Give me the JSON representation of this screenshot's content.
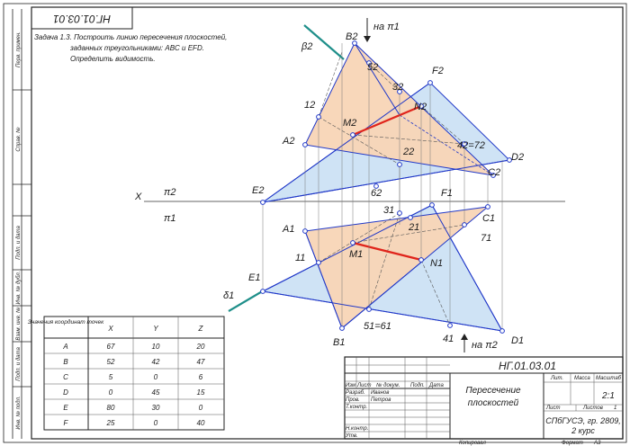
{
  "doc_code": "НГ.01.03.01",
  "task": {
    "line1": "Задача 1.3. Построить линию пересечения плоскостей,",
    "line2": "заданных треугольниками: ABC и EFD.",
    "line3": "Определить видимость."
  },
  "side_labels": [
    "Перв. примен.",
    "Справ. №",
    "Подп. и дата",
    "Инв. № дубл.",
    "Взам. инв. №",
    "Подп. и дата",
    "Инв. № подл."
  ],
  "axis": {
    "x": "X",
    "pi2": "π2",
    "pi1": "π1"
  },
  "projections": {
    "view_pi1": "на π1",
    "view_pi2": "на π2"
  },
  "points_v": {
    "A": "A2",
    "B": "B2",
    "C": "C2",
    "D": "D2",
    "E": "E2",
    "F": "F2",
    "M": "M2",
    "N": "N2",
    "p1": "12",
    "p2": "22",
    "p3": "32",
    "p47": "42=72",
    "p5": "52",
    "p6": "62",
    "beta": "β2"
  },
  "points_h": {
    "A": "A1",
    "B": "B1",
    "C": "C1",
    "D": "D1",
    "E": "E1",
    "F": "F1",
    "M": "M1",
    "N": "N1",
    "p1": "11",
    "p2": "21",
    "p3": "31",
    "p4": "41",
    "p56": "51=61",
    "p7": "71",
    "delta": "δ1"
  },
  "coord_table": {
    "headers": [
      "Значения координат точек",
      "X",
      "Y",
      "Z"
    ],
    "rows": [
      [
        "A",
        "67",
        "10",
        "20"
      ],
      [
        "B",
        "52",
        "42",
        "47"
      ],
      [
        "C",
        "5",
        "0",
        "6"
      ],
      [
        "D",
        "0",
        "45",
        "15"
      ],
      [
        "E",
        "80",
        "30",
        "0"
      ],
      [
        "F",
        "25",
        "0",
        "40"
      ]
    ]
  },
  "title_block": {
    "code": "НГ.01.03.01",
    "title_line1": "Пересечение",
    "title_line2": "плоскостей",
    "col_izm": "Изм",
    "col_list": "Лист",
    "col_doc": "№ докум.",
    "col_podp": "Подп.",
    "col_date": "Дата",
    "razrab_label": "Разраб.",
    "razrab_name": "Иванов",
    "prov_label": "Пров.",
    "prov_name": "Петров",
    "tkontr": "Т.контр.",
    "nkontr": "Н.контр.",
    "utv": "Утв.",
    "lit": "Лит.",
    "massa": "Масса",
    "masshtab": "Масштаб",
    "scale_value": "2:1",
    "list": "Лист",
    "listov": "Листов",
    "listov_val": "1",
    "org_line1": "СПбГУСЭ, гр. 2809,",
    "org_line2": "2 курс",
    "kopiroval": "Копировал",
    "format": "Формат",
    "format_val": "А3"
  },
  "colors": {
    "abc_fill": "#f8d5b6",
    "efd_fill": "#cfe3f5",
    "edge": "#1f37c8",
    "intersection": "#e0241b",
    "trace": "#1f8f8a"
  }
}
